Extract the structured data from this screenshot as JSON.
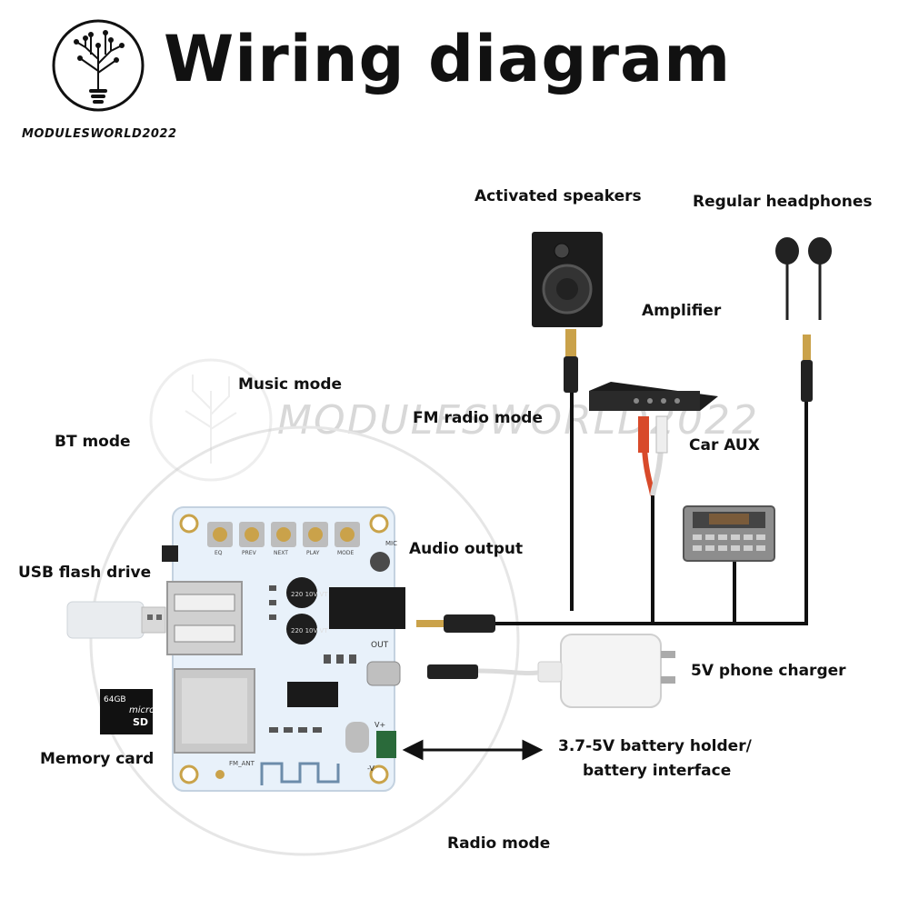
{
  "header": {
    "title": "Wiring diagram",
    "brand": "MODULESWORLD2022",
    "logo_icon": "circuit-bulb-icon"
  },
  "watermark": "MODULESWORLD2022",
  "labels": {
    "activated_speakers": "Activated speakers",
    "regular_headphones": "Regular headphones",
    "amplifier": "Amplifier",
    "music_mode": "Music mode",
    "fm_radio_mode": "FM radio mode",
    "bt_mode": "BT mode",
    "car_aux": "Car AUX",
    "usb_flash_drive": "USB flash drive",
    "audio_output": "Audio output",
    "phone_charger": "5V phone charger",
    "memory_card": "Memory card",
    "battery_line1": "3.7-5V battery holder/",
    "battery_line2": "battery interface",
    "radio_mode": "Radio mode"
  },
  "board": {
    "button_labels": [
      "EQ",
      "PREV",
      "NEXT",
      "PLAY",
      "MODE"
    ],
    "mic_label": "MIC",
    "out_label": "OUT",
    "fm_ant_label": "FM_ANT",
    "vplus_label": "V+",
    "vminus_label": "-V",
    "cap_label": "220 10V VT"
  },
  "devices": {
    "sd_card_capacity": "64GB",
    "sd_card_brand": "micro",
    "sd_card_sub": "SD"
  },
  "colors": {
    "board": "#e8f1fa",
    "cable": "#111111",
    "rca_red": "#d84a2a",
    "rca_white": "#f2f2f2",
    "usb_stick": "#e9ecef"
  }
}
